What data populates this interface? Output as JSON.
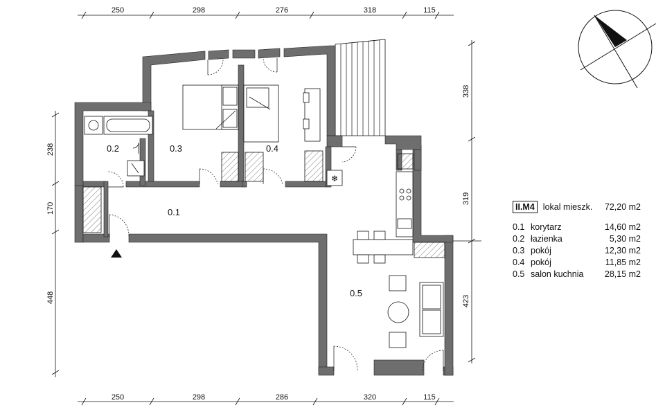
{
  "dims_top": [
    "250",
    "298",
    "276",
    "318",
    "115"
  ],
  "dims_bottom": [
    "250",
    "298",
    "286",
    "320",
    "115"
  ],
  "dims_left": [
    "238",
    "170",
    "448"
  ],
  "dims_right": [
    "338",
    "319",
    "423"
  ],
  "room_labels": [
    "0.1",
    "0.2",
    "0.3",
    "0.4",
    "0.5"
  ],
  "legend": {
    "code": "II.M4",
    "type_label": "lokal mieszk.",
    "total_area": "72,20 m2",
    "rooms": [
      {
        "num": "0.1",
        "name": "korytarz",
        "area": "14,60 m2"
      },
      {
        "num": "0.2",
        "name": "łazienka",
        "area": "5,30 m2"
      },
      {
        "num": "0.3",
        "name": "pokój",
        "area": "12,30 m2"
      },
      {
        "num": "0.4",
        "name": "pokój",
        "area": "11,85 m2"
      },
      {
        "num": "0.5",
        "name": "salon kuchnia",
        "area": "28,15 m2"
      }
    ]
  }
}
